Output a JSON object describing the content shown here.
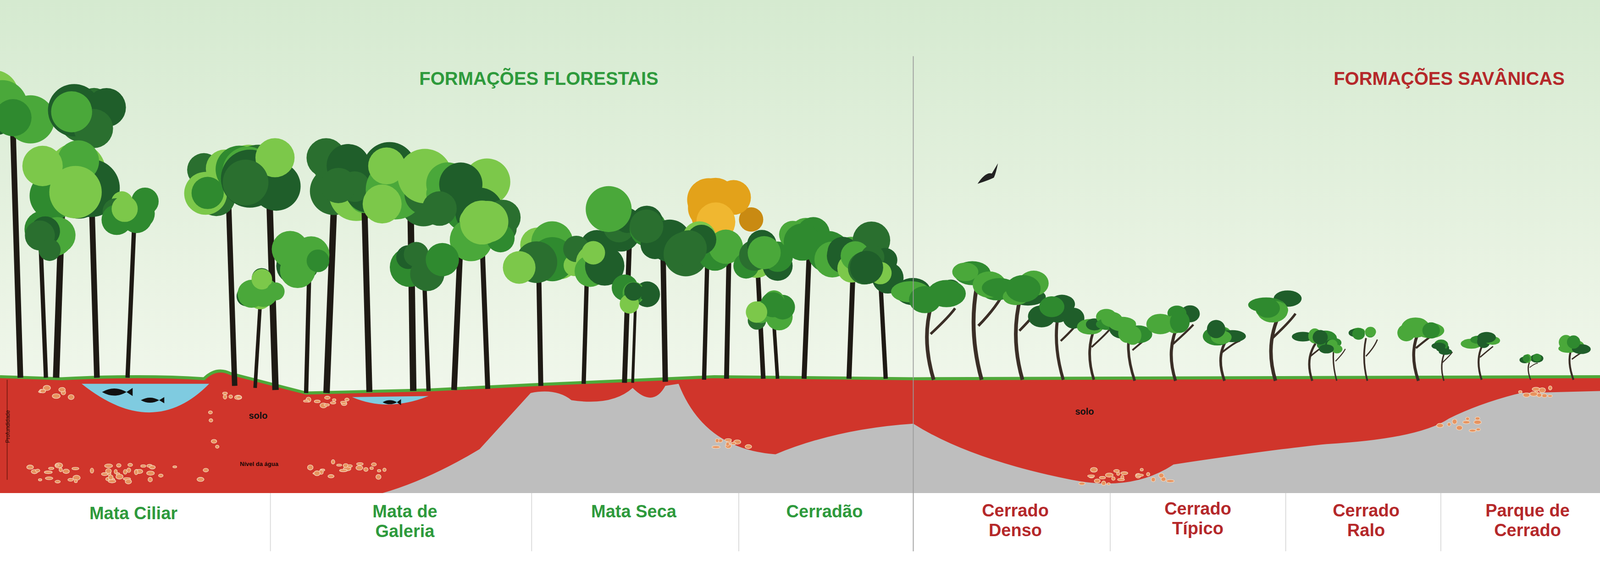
{
  "diagram": {
    "labels": [
      "FORMAÇÕES FLORESTAIS",
      "FORMAÇÕES SAVÂNICAS",
      "solo",
      "Profundidade",
      "Nível da água",
      "solo",
      "Mata Ciliar",
      "Mata de Galeria",
      "Mata Seca",
      "Cerradão",
      "Cerrado Denso",
      "Cerrado Típico",
      "Cerrado Ralo",
      "Parque de Cerrado"
    ]
  }
}
